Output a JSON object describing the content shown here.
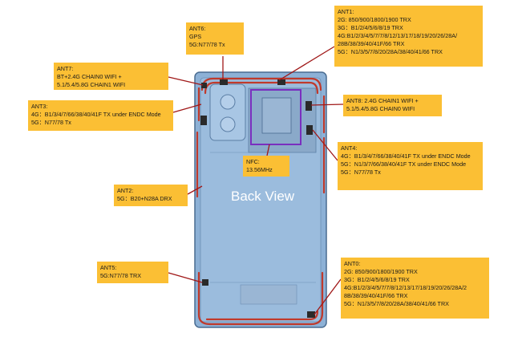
{
  "phone": {
    "title": "Back View"
  },
  "nfc": {
    "lines": [
      "NFC:",
      "13.56MHz"
    ]
  },
  "labels": {
    "ant1": [
      "ANT1:",
      "2G: 850/900/1800/1900 TRX",
      "3G：B1/2/4/5/6/8/19 TRX",
      "4G:B1/2/3/4/5/7/7/8/12/13/17/18/19/20/26/28A/",
      "28B/38/39/40/41F/66 TRX",
      "5G：N1/3/5/7/8/20/28A/38/40/41/66 TRX"
    ],
    "ant6": [
      "ANT6:",
      "GPS",
      "5G:N77/78 Tx"
    ],
    "ant7": [
      "ANT7:",
      "BT+2.4G CHAIN0 WIFI +",
      "5.1/5.4/5.8G CHAIN1 WIFI"
    ],
    "ant3": [
      "ANT3:",
      "4G：B1/3/4/7/66/38/40/41F  TX under ENDC Mode",
      "5G：N77/78  Tx"
    ],
    "ant8": [
      "ANT8: 2.4G CHAIN1 WIFI +",
      "5.1/5.4/5.8G CHAIN0 WIFI"
    ],
    "ant4": [
      "ANT4:",
      "4G：B1/3/4/7/66/38/40/41F TX under ENDC Mode",
      "5G：N1/3/7/66/38/40/41F TX under ENDC Mode",
      "5G：N77/78 Tx"
    ],
    "ant2": [
      "ANT2:",
      "5G：B20+N28A DRX"
    ],
    "ant5": [
      "ANT5:",
      "5G:N77/78 TRX"
    ],
    "ant0": [
      "ANT0:",
      "2G: 850/900/1800/1900 TRX",
      "3G：B1/2/4/5/6/8/19 TRX",
      "4G:B1/2/3/4/5/7/7/8/12/13/17/18/19/20/26/28A/2",
      "8B/38/39/40/41F/66 TRX",
      "5G：N1/3/5/7/8/20/28A/38/40/41/66 TRX"
    ]
  },
  "colors": {
    "label_bg": "#fbbf34",
    "phone_body": "#8db1d6",
    "antenna_trace": "#c0392b",
    "leader_line": "#a01818",
    "nfc_box": "#7a2fbf"
  }
}
